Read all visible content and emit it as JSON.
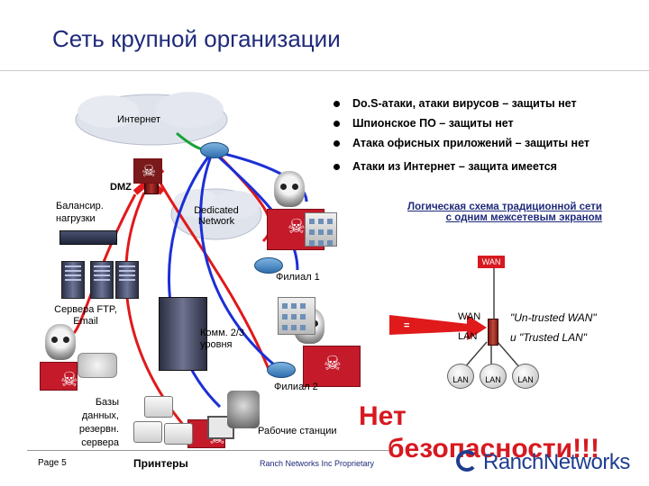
{
  "title": "Сеть крупной организации",
  "bullets": [
    "Do.S-атаки, атаки вирусов – защиты нет",
    "Шпионское ПО – защиты нет",
    "Атака офисных приложений – защиты нет",
    "Атаки из Интернет – защита имеется"
  ],
  "labels": {
    "internet": "Интернет",
    "dmz": "DMZ",
    "balancer": "Балансир. нагрузки",
    "dedicated": "Dedicated Network",
    "servers": "Сервера FTP, Email",
    "branch1": "Филиал 1",
    "branch2": "Филиал 2",
    "switch": "Комм. 2/3 уровня",
    "databases": "Базы данных, резервн. сервера",
    "workstations": "Рабочие станции",
    "printers": "Принтеры"
  },
  "logical_scheme": {
    "heading_line1": "Логическая схема традиционной сети",
    "heading_line2": "с одним межсетевым экраном",
    "wan_top": "WAN",
    "wan": "WAN",
    "lan": "LAN",
    "lan_nodes": [
      "LAN",
      "LAN",
      "LAN"
    ],
    "equals": "=",
    "untrusted": "\"Un-trusted WAN\"",
    "trusted": "и \"Trusted LAN\""
  },
  "no_security_line1": "Нет",
  "no_security_line2": "безопасности!!!",
  "footer": {
    "page": "Page 5",
    "proprietary": "Ranch Networks Inc Proprietary",
    "logo": "RanchNetworks"
  },
  "colors": {
    "title": "#1f2a7a",
    "link": "#1f2a7a",
    "alert": "#d71920",
    "wan_box": "#d71920",
    "line_red": "#e0191b",
    "line_blue": "#1c2fd6",
    "line_green": "#18a33a"
  }
}
